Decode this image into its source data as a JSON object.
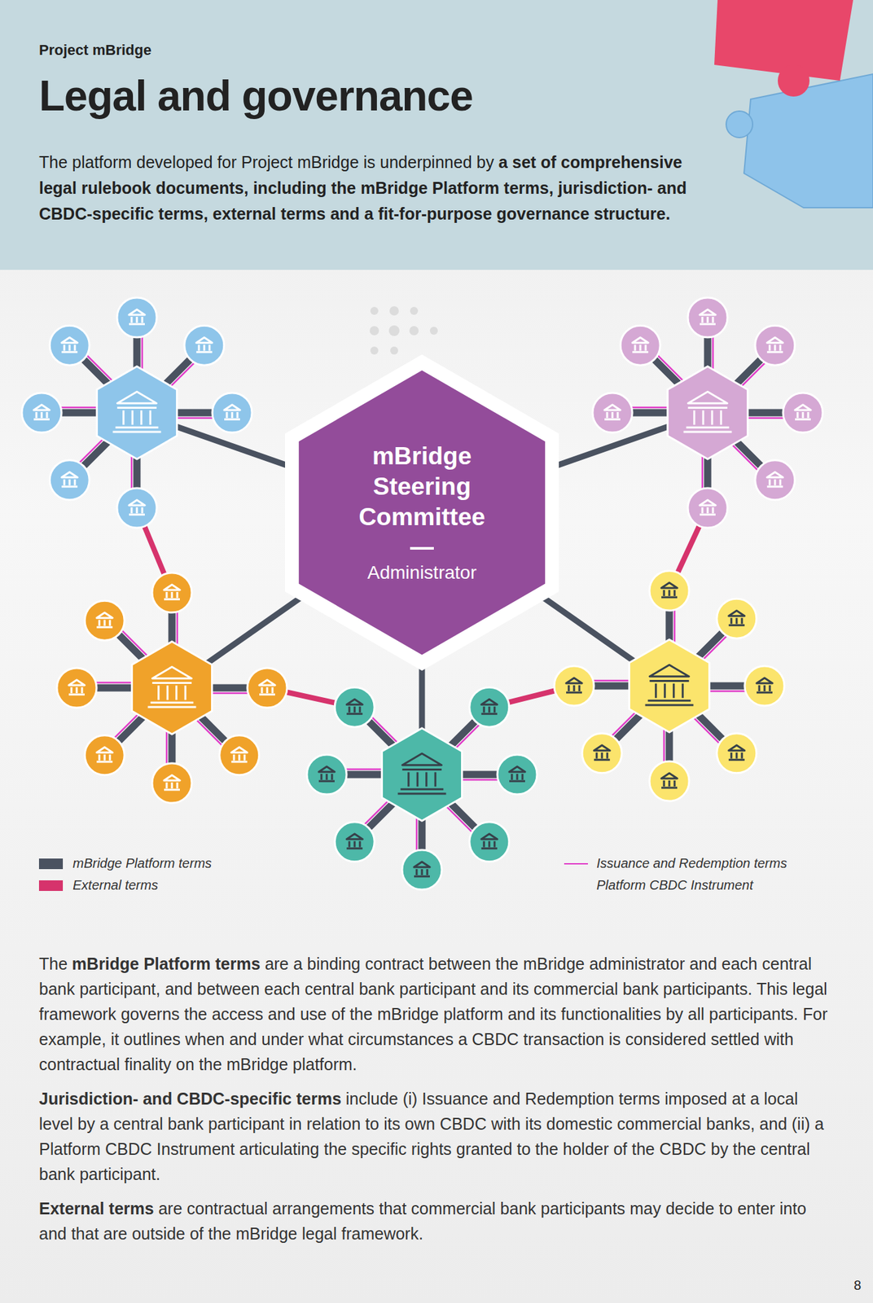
{
  "diagram": {
    "title": "Legal and governance",
    "nodes": [
      {
        "text": [
          "mBridge Steering Committee",
          "Administrator"
        ]
      }
    ],
    "labels": [
      "Project mBridge",
      "The platform developed for Project mBridge is underpinned by",
      "a set of comprehensive legal rulebook documents, including the mBridge Platform terms, jurisdiction- and CBDC-specific terms, external terms and a fit-for-purpose governance structure.",
      "The",
      "mBridge Platform terms",
      "are a binding contract between the mBridge administrator and each central bank participant, and between each central bank participant and its commercial bank participants. This legal framework governs the access and use of the mBridge platform and its functionalities by all participants. For example, it outlines when and under what circumstances a CBDC transaction is considered settled with contractual finality on the mBridge platform.",
      "Jurisdiction- and CBDC-specific terms",
      "include (i) Issuance and Redemption terms imposed at a local level by a central bank participant in relation to its own CBDC with its domestic commercial banks, and (ii) a Platform CBDC Instrument articulating the specific rights granted to the holder of the CBDC by the central bank participant.",
      "External terms",
      "are contractual arrangements that commercial bank participants may decide to enter into and that are outside of the mBridge legal framework.",
      "8"
    ],
    "legend": [
      {
        "text": "mBridge Platform terms",
        "color": "#4a5260"
      },
      {
        "text": "External terms",
        "color": "#d6336c"
      },
      {
        "text": "Issuance and Redemption terms"
      },
      {
        "text": "Platform CBDC Instrument"
      }
    ]
  }
}
